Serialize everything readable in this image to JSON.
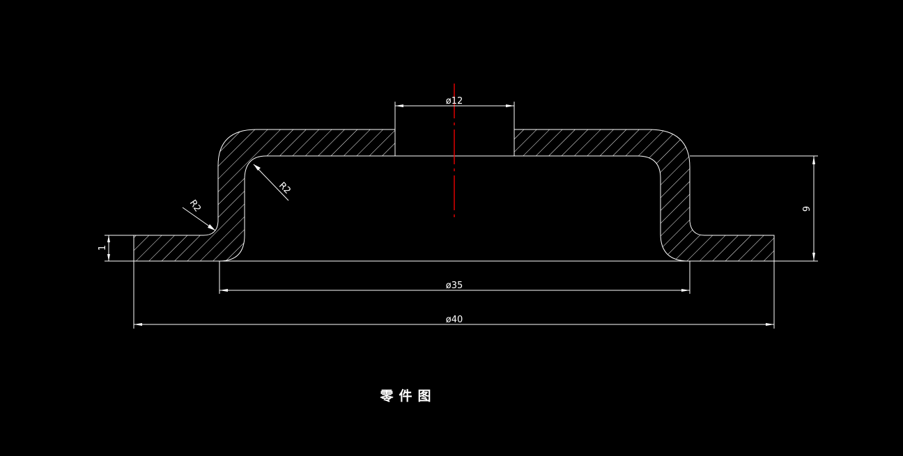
{
  "drawing": {
    "title": "零件图",
    "colors": {
      "background": "#000000",
      "line": "#ffffff",
      "centerline": "#ff0000"
    },
    "dimensions": {
      "hole_diameter": "ø12",
      "inner_diameter": "ø35",
      "outer_diameter": "ø40",
      "height": "9",
      "thickness": "1",
      "outer_fillet": "R2",
      "inner_fillet": "R2"
    }
  }
}
